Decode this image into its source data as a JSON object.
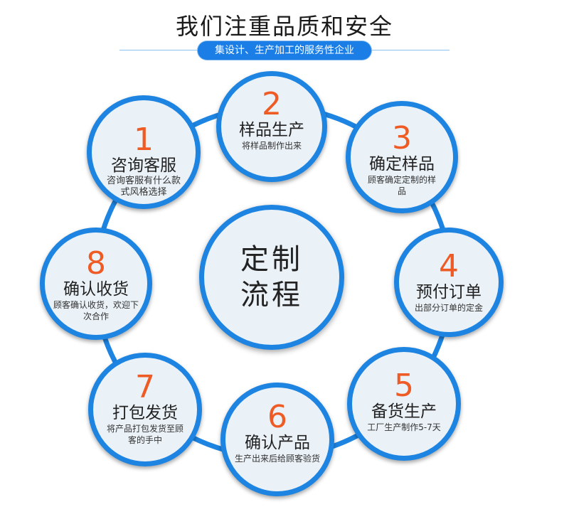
{
  "header": {
    "title": "我们注重品质和安全",
    "subtitle": "集设计、生产加工的服务性企业"
  },
  "center": {
    "label": "定制流程"
  },
  "colors": {
    "ring": "#1d84e2",
    "number": "#ef5b24",
    "fill": "#eaf1f7"
  },
  "steps": [
    {
      "num": "1",
      "name": "咨询客服",
      "desc": "咨询客服有什么款式风格选择"
    },
    {
      "num": "2",
      "name": "样品生产",
      "desc": "将样品制作出来"
    },
    {
      "num": "3",
      "name": "确定样品",
      "desc": "顾客确定定制的样品"
    },
    {
      "num": "4",
      "name": "预付订单",
      "desc": "出部分订单的定金"
    },
    {
      "num": "5",
      "name": "备货生产",
      "desc": "工厂生产制作5-7天"
    },
    {
      "num": "6",
      "name": "确认产品",
      "desc": "生产出来后给顾客验货"
    },
    {
      "num": "7",
      "name": "打包发货",
      "desc": "将产品打包发货至顾客的手中"
    },
    {
      "num": "8",
      "name": "确认收货",
      "desc": "顾客确认收货，欢迎下次合作"
    }
  ]
}
